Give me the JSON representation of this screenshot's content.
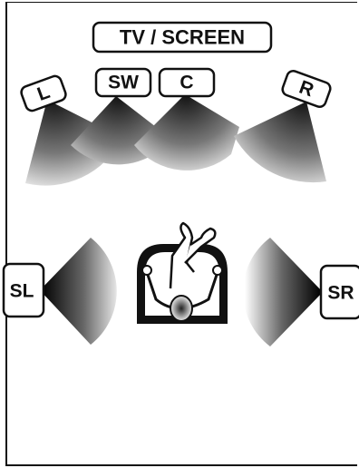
{
  "screen": {
    "label": "TV / SCREEN"
  },
  "speakers": {
    "left": "L",
    "subwoofer": "SW",
    "center": "C",
    "right": "R",
    "surround_left": "SL",
    "surround_right": "SR"
  },
  "listener": {
    "icon": "person-in-chair-icon"
  }
}
